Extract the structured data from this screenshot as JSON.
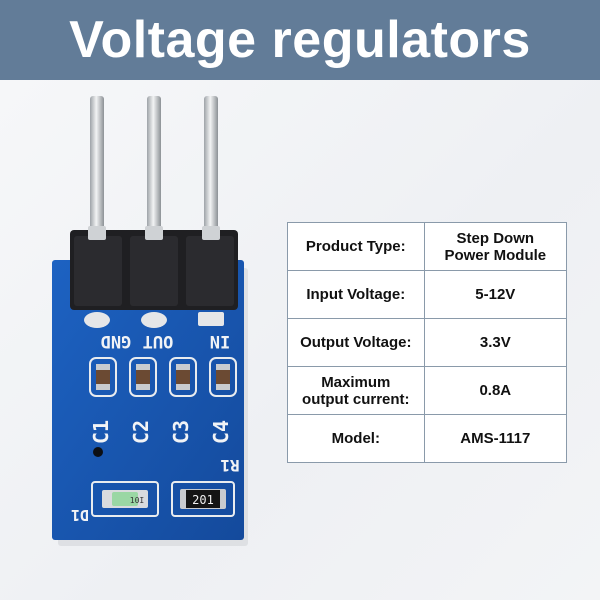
{
  "banner": {
    "title": "Voltage regulators"
  },
  "board": {
    "pin_labels": [
      "GND",
      "OUT",
      "IN"
    ],
    "cap_labels": [
      "C1",
      "C2",
      "C3",
      "C4"
    ],
    "r_label": "R1",
    "d_label": "D1",
    "resistor_code": "201",
    "led_code": "10I",
    "colors": {
      "pcb": "#1858b5",
      "header": "#1f1f22",
      "pins": "#d6d8db"
    }
  },
  "specs": [
    {
      "label": "Product Type:",
      "value": "Step Down\nPower Module"
    },
    {
      "label": "Input Voltage:",
      "value": "5-12V"
    },
    {
      "label": "Output Voltage:",
      "value": "3.3V"
    },
    {
      "label": "Maximum\noutput current:",
      "value": "0.8A"
    },
    {
      "label": "Model:",
      "value": "AMS-1117"
    }
  ],
  "colors": {
    "banner": "#627c98",
    "table_border": "#8a9aaa"
  }
}
